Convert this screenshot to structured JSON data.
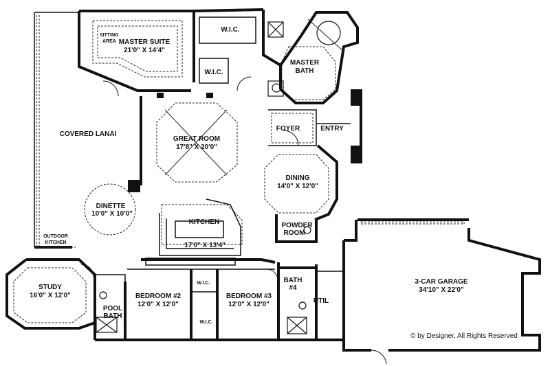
{
  "rooms": {
    "master_suite": {
      "name": "MASTER SUITE",
      "dim": "21'0\" X 14'4\""
    },
    "sitting_area": {
      "line1": "SITTING",
      "line2": "AREA"
    },
    "wic_upper": {
      "name": "W.I.C."
    },
    "wic_middle": {
      "name": "W.I.C."
    },
    "master_bath": {
      "line1": "MASTER",
      "line2": "BATH"
    },
    "covered_lanai": {
      "name": "COVERED LANAI"
    },
    "great_room": {
      "name": "GREAT ROOM",
      "dim": "17'8\" X 20'0\""
    },
    "foyer": {
      "name": "FOYER"
    },
    "entry": {
      "name": "ENTRY"
    },
    "dining": {
      "name": "DINING",
      "dim": "14'0\" X 12'0\""
    },
    "dinette": {
      "name": "DINETTE",
      "dim": "10'0\" X 10'0\""
    },
    "kitchen": {
      "name": "KITCHEN",
      "dim": "17'0\" X 13'4\""
    },
    "powder_room": {
      "line1": "POWDER",
      "line2": "ROOM"
    },
    "outdoor_kitchen": {
      "line1": "OUTDOOR",
      "line2": "KITCHEN"
    },
    "study": {
      "name": "STUDY",
      "dim": "16'0\" X 12'0\""
    },
    "pool_bath": {
      "line1": "POOL",
      "line2": "BATH"
    },
    "bedroom2": {
      "name": "BEDROOM #2",
      "dim": "12'0\" X 12'0\""
    },
    "wic_bed2": {
      "name": "W.I.C."
    },
    "wic_lower": {
      "name": "W.I.C."
    },
    "bedroom3": {
      "name": "BEDROOM #3",
      "dim": "12'0\" X 12'0\""
    },
    "bath4": {
      "line1": "BATH",
      "line2": "#4"
    },
    "util": {
      "name": "UTIL"
    },
    "garage": {
      "name": "3-CAR GARAGE",
      "dim": "34'10\" X 22'0\""
    }
  },
  "copyright": "© by Designer, All Rights Reserved"
}
